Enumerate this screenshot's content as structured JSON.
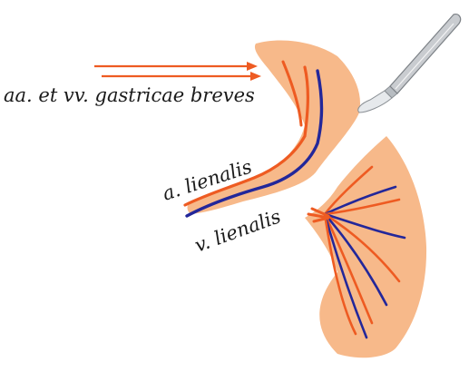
{
  "labels": {
    "short_gastric": "aa. et vv. gastricae breves",
    "artery": "a. lienalis",
    "vein": "v. lienalis"
  },
  "colors": {
    "background": "#ffffff",
    "tissue": "#f7b98a",
    "artery": "#ee5b22",
    "vein": "#23279a",
    "text": "#1a1a1a",
    "scalpel_blade": "#e6e9ec",
    "scalpel_handle": "#c9ccd0"
  },
  "icons": {
    "instrument": "scalpel-icon",
    "pointer": "arrow-icon"
  }
}
